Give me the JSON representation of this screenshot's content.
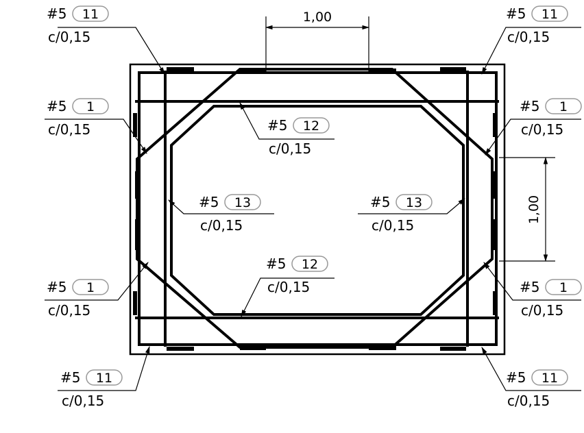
{
  "dimensions": {
    "horizontal": "1,00",
    "vertical": "1,00"
  },
  "callouts": [
    {
      "id": "top-left",
      "bar": "#5",
      "mark": "11",
      "spacing": "c/0,15"
    },
    {
      "id": "top-right",
      "bar": "#5",
      "mark": "11",
      "spacing": "c/0,15"
    },
    {
      "id": "left-upper",
      "bar": "#5",
      "mark": "1",
      "spacing": "c/0,15"
    },
    {
      "id": "right-upper",
      "bar": "#5",
      "mark": "1",
      "spacing": "c/0,15"
    },
    {
      "id": "inner-top",
      "bar": "#5",
      "mark": "12",
      "spacing": "c/0,15"
    },
    {
      "id": "inner-left",
      "bar": "#5",
      "mark": "13",
      "spacing": "c/0,15"
    },
    {
      "id": "inner-right",
      "bar": "#5",
      "mark": "13",
      "spacing": "c/0,15"
    },
    {
      "id": "inner-bottom",
      "bar": "#5",
      "mark": "12",
      "spacing": "c/0,15"
    },
    {
      "id": "left-lower",
      "bar": "#5",
      "mark": "1",
      "spacing": "c/0,15"
    },
    {
      "id": "right-lower",
      "bar": "#5",
      "mark": "1",
      "spacing": "c/0,15"
    },
    {
      "id": "bottom-left",
      "bar": "#5",
      "mark": "11",
      "spacing": "c/0,15"
    },
    {
      "id": "bottom-right",
      "bar": "#5",
      "mark": "11",
      "spacing": "c/0,15"
    }
  ]
}
